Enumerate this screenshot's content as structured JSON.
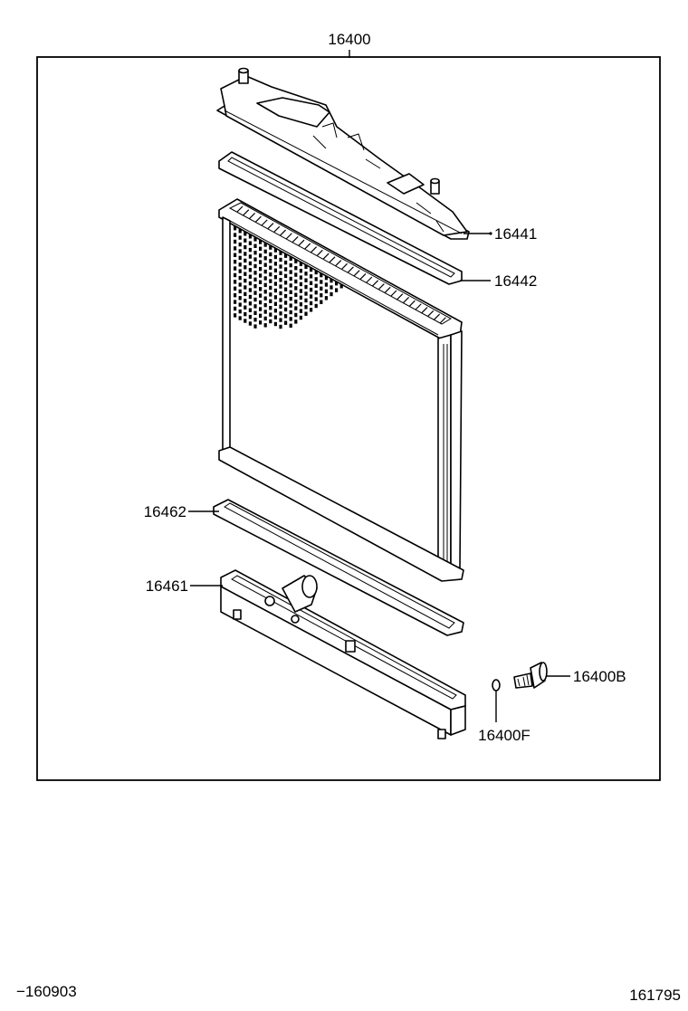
{
  "assembly": {
    "part_number": "16400"
  },
  "callouts": {
    "tank_upper": "16441",
    "gasket_upper": "16442",
    "gasket_lower": "16462",
    "tank_lower": "16461",
    "drain_cock": "16400B",
    "drain_cock_gasket": "16400F"
  },
  "footer": {
    "left_code": "−160903",
    "right_code": "161795"
  }
}
